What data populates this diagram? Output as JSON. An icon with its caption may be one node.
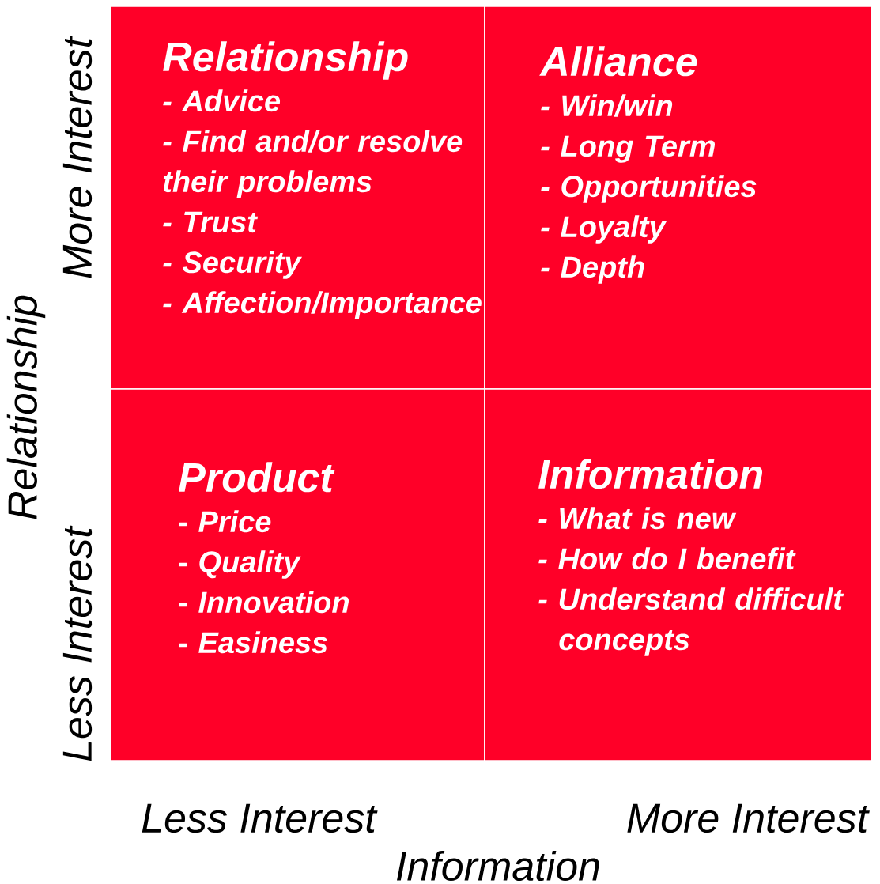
{
  "diagram": {
    "nodes": [
      {
        "text": [
          "Relationship",
          "- Advice",
          "- Find and/or resolve their problems",
          "- Trust",
          "- Security",
          "- Affection/Importance"
        ]
      },
      {
        "text": [
          "Alliance",
          "- Win/win",
          "- Long Term",
          "- Opportunities",
          "- Loyalty",
          "- Depth"
        ]
      },
      {
        "text": [
          "Product",
          "- Price",
          "- Quality",
          "- Innovation",
          "- Easiness"
        ]
      },
      {
        "text": [
          "Information",
          "- What is new",
          "- How do I benefit",
          "- Understand difficult concepts"
        ]
      }
    ],
    "labels": [
      "More Interest",
      "Relationship",
      "Less Interest",
      "Less Interest",
      "More Interest",
      "Information"
    ]
  }
}
